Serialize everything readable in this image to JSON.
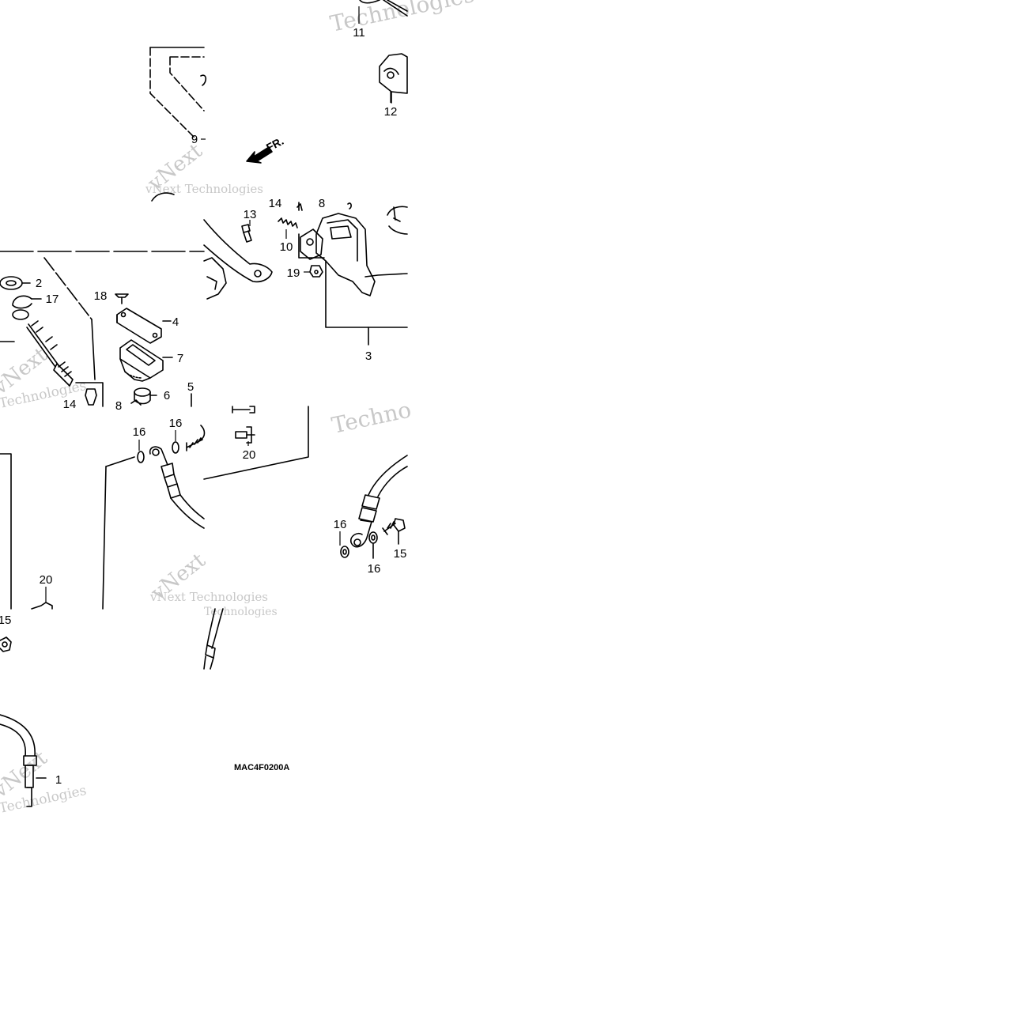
{
  "diagram": {
    "code": "MAC4F0200A",
    "direction_label": "FR.",
    "part_labels": [
      "1",
      "2",
      "3",
      "4",
      "5",
      "6",
      "7",
      "8",
      "9",
      "10",
      "11",
      "12",
      "13",
      "14",
      "15",
      "16",
      "17",
      "18",
      "19",
      "20"
    ],
    "watermarks": {
      "line1": "vNext Technologies",
      "line2": "Technologies",
      "frag1": "vNext",
      "frag2": "Techno"
    }
  },
  "colors": {
    "ink": "#000000",
    "watermark": "#c8c8c8",
    "background": "#ffffff"
  }
}
